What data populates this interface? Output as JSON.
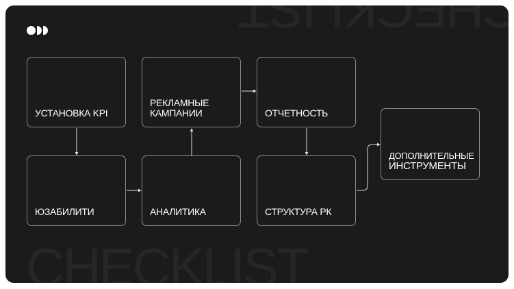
{
  "watermark": {
    "top": "CHECKLIST",
    "bottom": "CHECKLIST"
  },
  "logo": {
    "name": "logo-dots"
  },
  "nodes": [
    {
      "id": "kpi",
      "label": "УСТАНОВКА KPI"
    },
    {
      "id": "ads",
      "label_lines": [
        "РЕКЛАМНЫЕ",
        "КАМПАНИИ"
      ]
    },
    {
      "id": "report",
      "label": "ОТЧЕТНОСТЬ"
    },
    {
      "id": "usability",
      "label": "ЮЗАБИЛИТИ"
    },
    {
      "id": "analytics",
      "label": "АНАЛИТИКА"
    },
    {
      "id": "structure",
      "label": "СТРУКТУРА РК"
    },
    {
      "id": "tools",
      "label_lines": [
        "ДОПОЛНИТЕЛЬНЫЕ",
        "ИНСТРУМЕНТЫ"
      ]
    }
  ],
  "edges": [
    [
      "kpi",
      "usability"
    ],
    [
      "usability",
      "analytics"
    ],
    [
      "analytics",
      "ads"
    ],
    [
      "ads",
      "report"
    ],
    [
      "report",
      "structure"
    ],
    [
      "structure",
      "tools"
    ]
  ],
  "colors": {
    "background": "#1b1b1b",
    "border": "#8a8a8a",
    "text": "#ffffff"
  }
}
